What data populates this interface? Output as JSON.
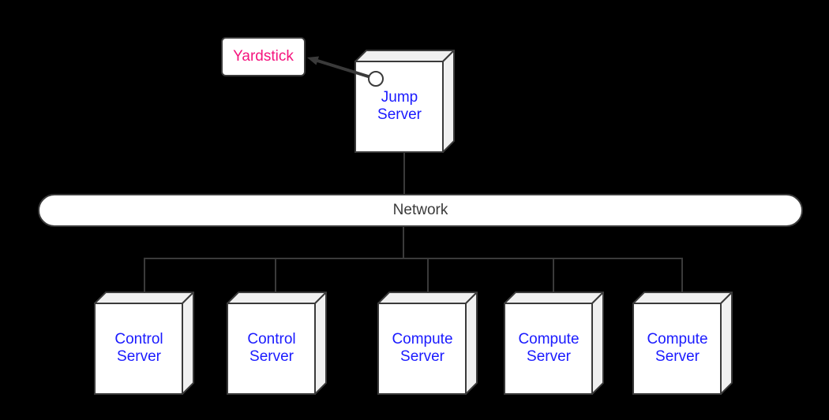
{
  "diagram": {
    "background_color": "#000000",
    "shape_border_color": "#3a3a3a",
    "shape_front_color": "#ffffff",
    "shape_side_color": "#f0f0f0",
    "connector_color": "#3a3a3a"
  },
  "yardstick": {
    "label": "Yardstick",
    "text_color": "#f5147e"
  },
  "network": {
    "label": "Network",
    "text_color": "#3a3a3a"
  },
  "nodes": {
    "label_color": "#1a1aff",
    "jump": {
      "label": "Jump Server"
    },
    "servers": [
      {
        "label": "Control Server"
      },
      {
        "label": "Control Server"
      },
      {
        "label": "Compute Server"
      },
      {
        "label": "Compute Server"
      },
      {
        "label": "Compute Server"
      }
    ]
  },
  "icons": {
    "arrowhead": "filled-triangle-arrow",
    "endpoint": "open-circle-connection-point"
  }
}
